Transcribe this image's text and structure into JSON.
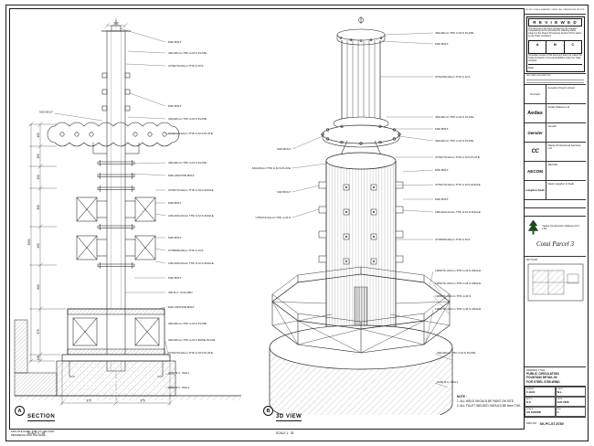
{
  "sheet": {
    "top_note": "DO NOT SCALE DRAWING. VERIFY ALL DIMENSIONS ON SITE.",
    "stamp": {
      "title": "R E V I E W E D",
      "body": "This document has been reviewed by the relevant consultant(s) and is accorded the following status, subject to the Project Procedures Section 5.8 for action by the Trade Contractor.",
      "grade_a": "A",
      "grade_b": "B",
      "grade_c": "C",
      "note": "Consultant review of this document does not relieve the Trade Contractor of its responsibilities under the Trade Contract.",
      "date_label": "Date :"
    },
    "rev_header": "REV   DATE   DESCRIPTION",
    "companies": [
      {
        "logo": "Venetian",
        "name": "Venetian Orient Limited"
      },
      {
        "logo": "Aedas",
        "name": "Aedas (Macau) Ltd."
      },
      {
        "logo": "Gensler",
        "name": "Gensler"
      },
      {
        "logo": "CC",
        "name": "Macau Professional Services Ltd."
      },
      {
        "logo": "AECOM",
        "name": "AECOM"
      },
      {
        "logo": "Langdon Seah",
        "name": "Davis Langdon & Seah"
      }
    ],
    "contractor_name": "Yadea Construction (Macau) CO., LTD.",
    "project_name": "Cotai Parcel 3",
    "key_plan_label": "KEY PLAN",
    "drawing_title_label": "DRAWING TITLE :",
    "drawing_title_lines": [
      "PUBLIC CIRCULATION",
      "FOUNTAIN DETAIL IN",
      "FOR STEEL 5789-WIND"
    ],
    "fields": [
      {
        "label": "DRAWN",
        "value": "C.HAO"
      },
      {
        "label": "CHK'D",
        "value": "W.L."
      },
      {
        "label": "APP'D",
        "value": "K.C."
      },
      {
        "label": "DATE",
        "value": "JAN 2008"
      },
      {
        "label": "SCALE",
        "value": "AS SHOWN"
      },
      {
        "label": "REV",
        "value": "A"
      }
    ],
    "dwg_no_label": "DWG NO.",
    "dwg_no": "SK-PC-ST-5789",
    "file_line1": "DWG FILE NAME : 5789_PC_SEC.DWG",
    "file_line2": "REFERENCE DWG FILE NAME :"
  },
  "notes": {
    "title": "NOTE :",
    "line1": "1. ALL WELD SHOULD BE PAINT ON SITE.",
    "line2": "2. ALL FILLET WELDED SHOULD BE 6mm THK."
  },
  "views": {
    "left": {
      "tag": "A",
      "title": "SECTION",
      "scale": "SCALE 1 : 25",
      "side_label": "M20 BOLT",
      "top_dim": "340",
      "overall_dim": "3250",
      "vdims": [
        "150",
        "150",
        "150",
        "300",
        "450",
        "600",
        "375",
        "125"
      ],
      "hdims": [
        "375",
        "375"
      ],
      "labels": [
        "M20 BOLT",
        "340x20mm THK G.M.S PLATE",
        "CHS273x12mm THK G.M.S",
        "M20 BOLT",
        "340x20mm THK G.M.S PLATE",
        "CHS273x12mm THK G.M.S PLATE",
        "340x20mm THK G.M.S PLATE",
        "M20 ANCHOR BOLT",
        "CHS273x12mm THK G.M.S ANGLE",
        "M20 BOLT",
        "100x100x10mm THK G.M.S ANGLE",
        "M20 BOLT",
        "CHS508x16mm THK G.M.S",
        "100x100x10mm THK G.M.S ANGLE",
        "M20 BOLT",
        "300 R.C. COLUMN",
        "M24 ANCHOR BOLT",
        "340x20mm THK G.M.S PLATE",
        "340x20mm THK G.M.S BASE PLATE",
        "CHS273x12mm THK G.M.S PLATE",
        "A250 R.C. WALL",
        "A200 R.C. WALL"
      ]
    },
    "right": {
      "tag": "B",
      "title": "3D VIEW",
      "scale": "SCALE 1 : 25",
      "labels": [
        "340x20mm THK G.M.S PLATE",
        "M20 BOLT",
        "CHS139x10mm THK G.M.S",
        "340x20mm THK G.M.S PLATE",
        "M20 BOLT",
        "340x20mm THK G.M.S PLATE",
        "CHS273x12mm THK G.M.S PLATE",
        "M20 BOLT",
        "CHS273x12mm THK G.M.S ANGLE",
        "M20 BOLT",
        "100x100x10mm THK G.M.S ANGLE",
        "CHS508x16mm THK G.M.S",
        "100SHS x10mm THK G.M.S ANGLE",
        "100SHS x10mm THK G.M.S ANGLE",
        "100SHS x10mm THK G.M.S",
        "100SHS x10mm THK G.M.S ANGLE",
        "340x20mm THK G.M.S PLATE",
        "A200 R.C. WALL"
      ],
      "left_labels": [
        "M20 BOLT",
        "340x20mm THK G.M.S PLATE",
        "M20 BOLT",
        "CHS273x12mm THK G.M.S"
      ]
    }
  }
}
